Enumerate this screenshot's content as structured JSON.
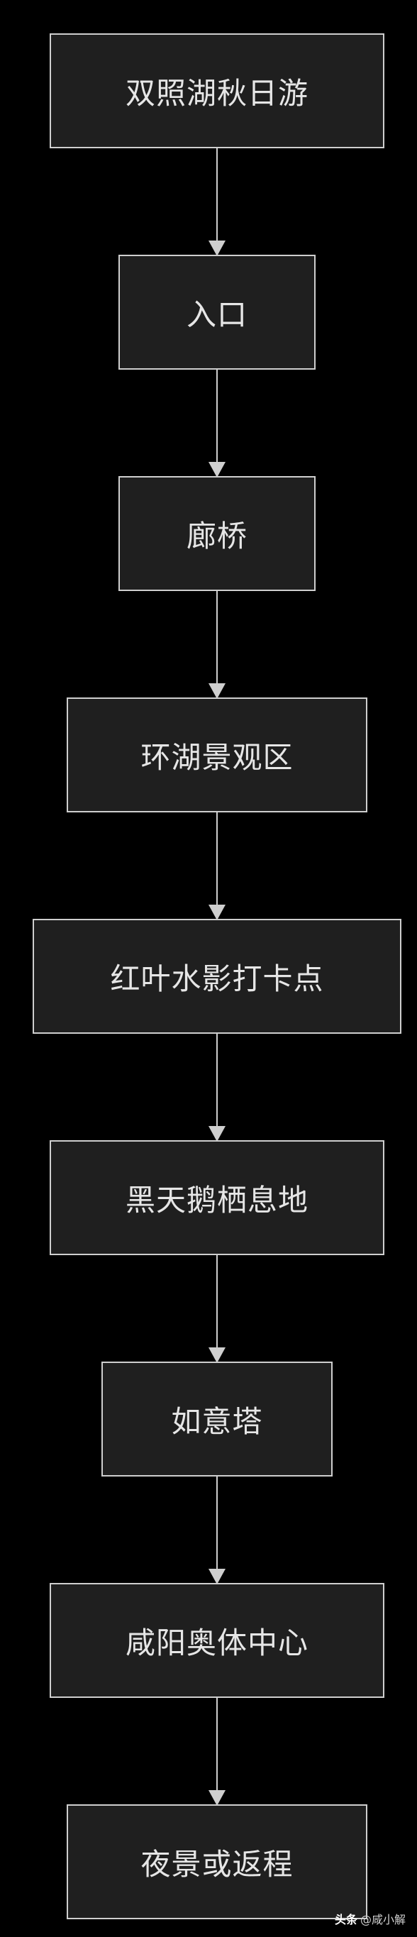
{
  "diagram": {
    "nodes": [
      {
        "id": "n1",
        "label": "双照湖秋日游"
      },
      {
        "id": "n2",
        "label": "入口"
      },
      {
        "id": "n3",
        "label": "廊桥"
      },
      {
        "id": "n4",
        "label": "环湖景观区"
      },
      {
        "id": "n5",
        "label": "红叶水影打卡点"
      },
      {
        "id": "n6",
        "label": "黑天鹅栖息地"
      },
      {
        "id": "n7",
        "label": "如意塔"
      },
      {
        "id": "n8",
        "label": "咸阳奥体中心"
      },
      {
        "id": "n9",
        "label": "夜景或返程"
      }
    ],
    "edges": [
      [
        "n1",
        "n2"
      ],
      [
        "n2",
        "n3"
      ],
      [
        "n3",
        "n4"
      ],
      [
        "n4",
        "n5"
      ],
      [
        "n5",
        "n6"
      ],
      [
        "n6",
        "n7"
      ],
      [
        "n7",
        "n8"
      ],
      [
        "n8",
        "n9"
      ]
    ]
  },
  "watermark": {
    "brand": "头条",
    "author": "@咸小解"
  },
  "colors": {
    "background": "#000000",
    "node_fill": "#1f1f1f",
    "node_border": "#cfcfcf",
    "text": "#e6e6e6"
  }
}
